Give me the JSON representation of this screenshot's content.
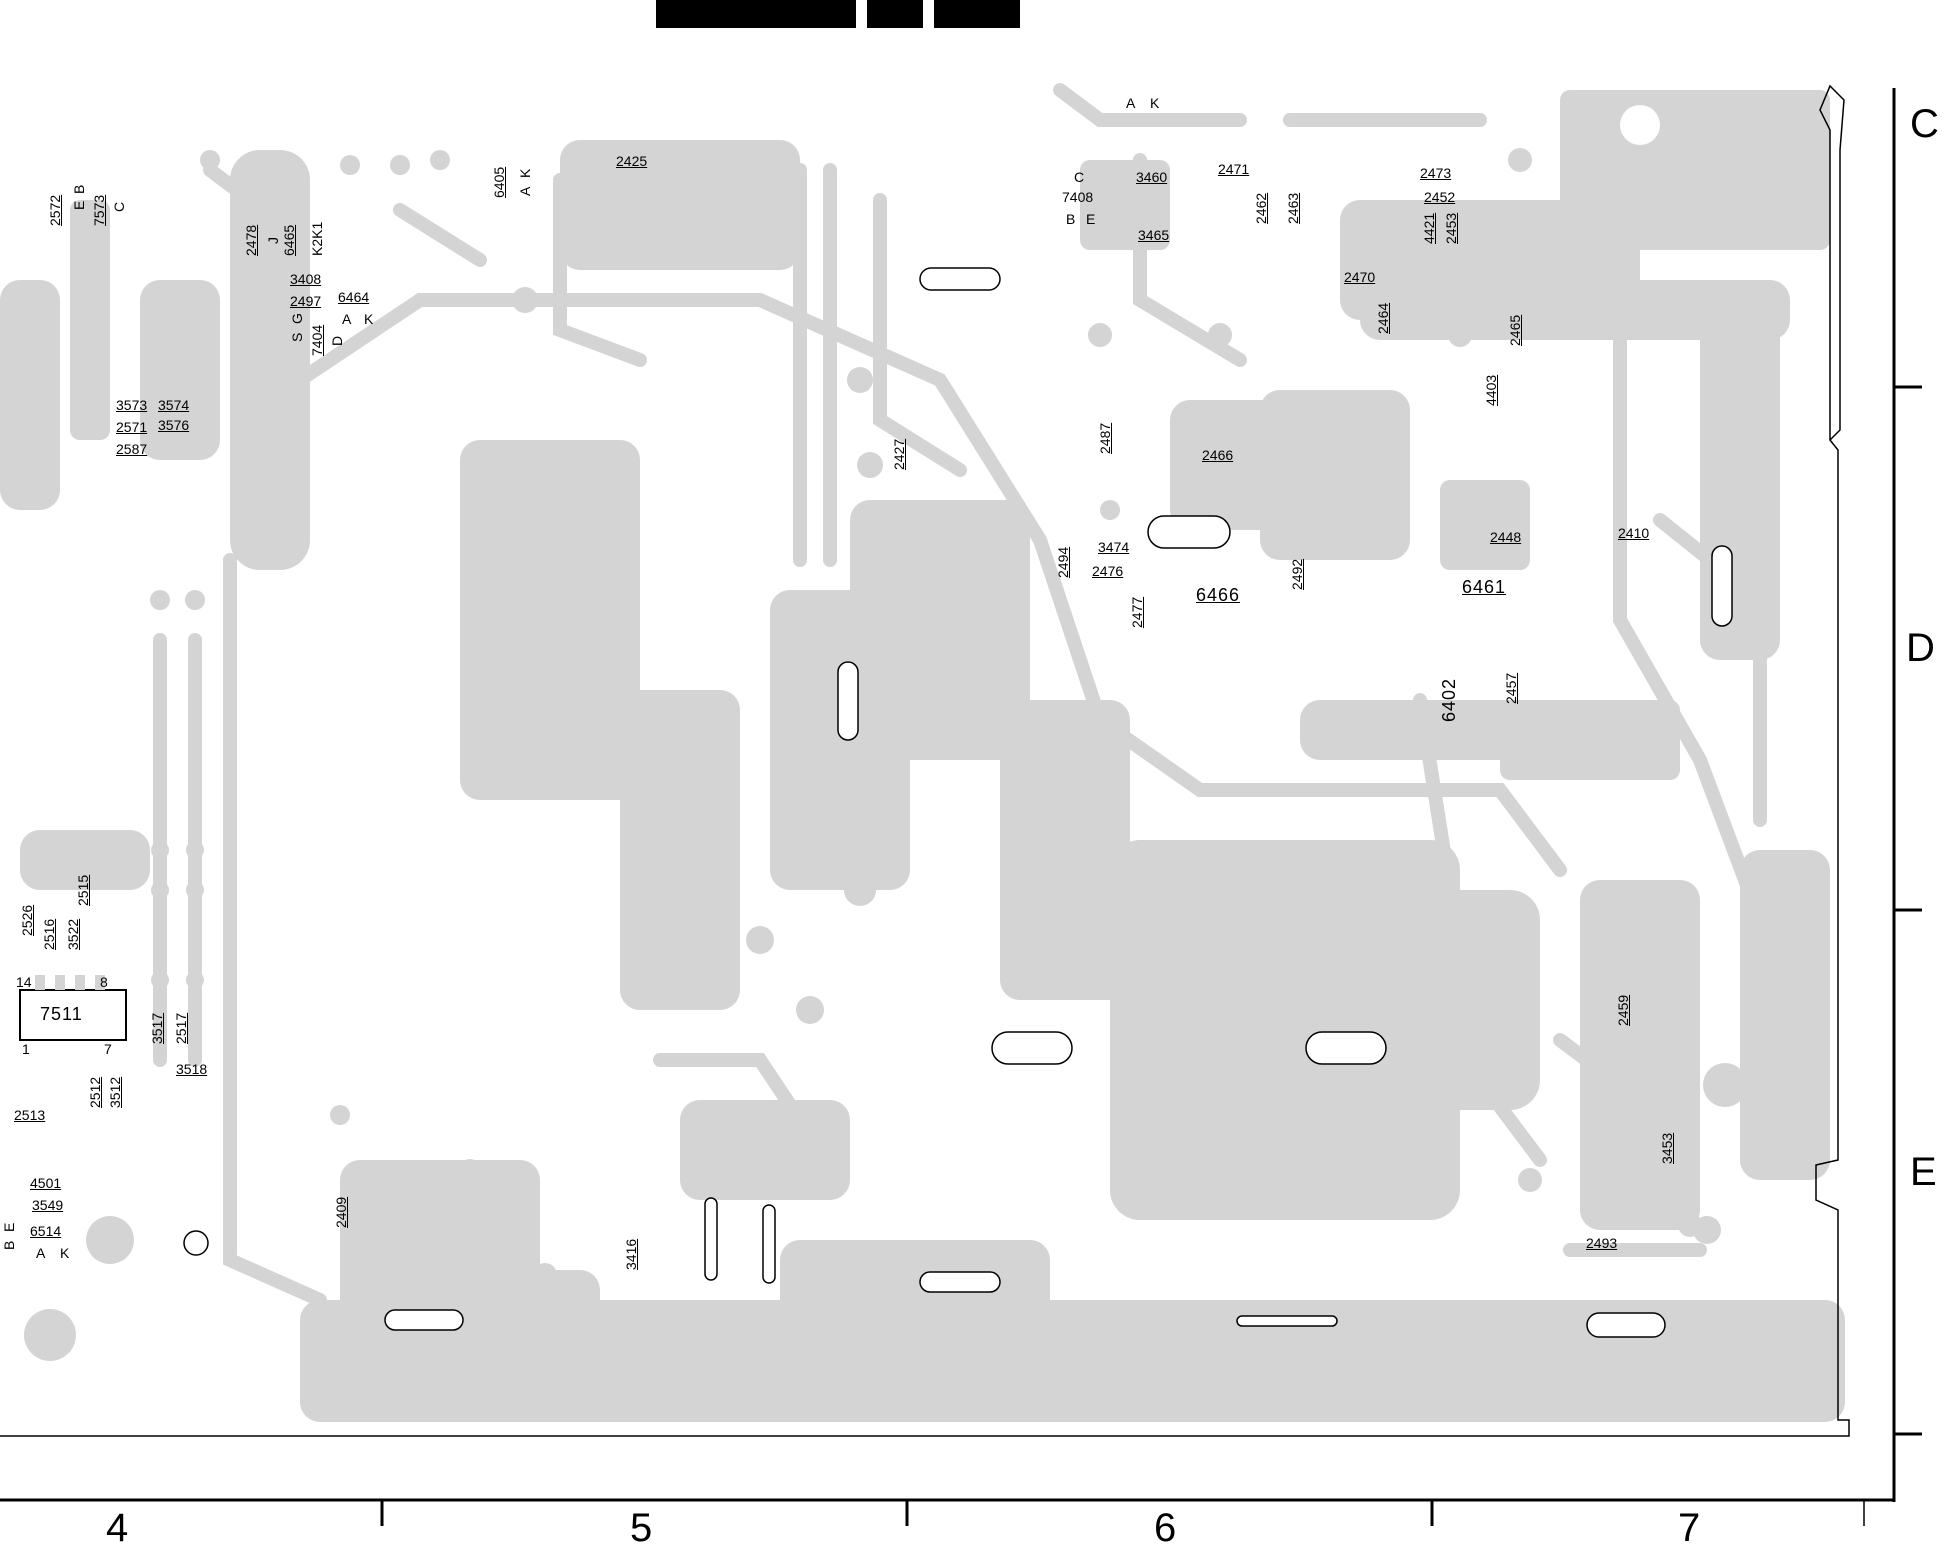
{
  "header_blocks": 3,
  "ruler": {
    "columns": [
      "4",
      "5",
      "6",
      "7"
    ],
    "rows": [
      "C",
      "D",
      "E"
    ]
  },
  "ic": {
    "name": "7511",
    "pins": [
      "14",
      "8",
      "1",
      "7"
    ]
  },
  "components": [
    "2572",
    "7573",
    "E",
    "B",
    "C",
    "2478",
    "J",
    "6465",
    "K2K1",
    "3408",
    "2497",
    "6464",
    "A",
    "K",
    "S",
    "G",
    "7404",
    "D",
    "6405",
    "A",
    "K",
    "2425",
    "3573",
    "3574",
    "2571",
    "3576",
    "2587",
    "C",
    "7408",
    "B",
    "E",
    "3460",
    "3465",
    "2471",
    "A",
    "K",
    "2462",
    "2463",
    "2473",
    "2452",
    "4421",
    "2453",
    "2470",
    "2464",
    "2465",
    "4403",
    "2427",
    "2487",
    "2466",
    "3474",
    "2494",
    "2476",
    "2477",
    "6466",
    "2492",
    "2448",
    "2410",
    "6461",
    "6402",
    "2457",
    "2515",
    "2526",
    "2516",
    "3522",
    "3517",
    "2517",
    "3518",
    "2512",
    "3512",
    "2513",
    "4501",
    "3549",
    "B",
    "E",
    "6514",
    "A",
    "K",
    "2409",
    "3416",
    "2459",
    "3453",
    "2493"
  ]
}
